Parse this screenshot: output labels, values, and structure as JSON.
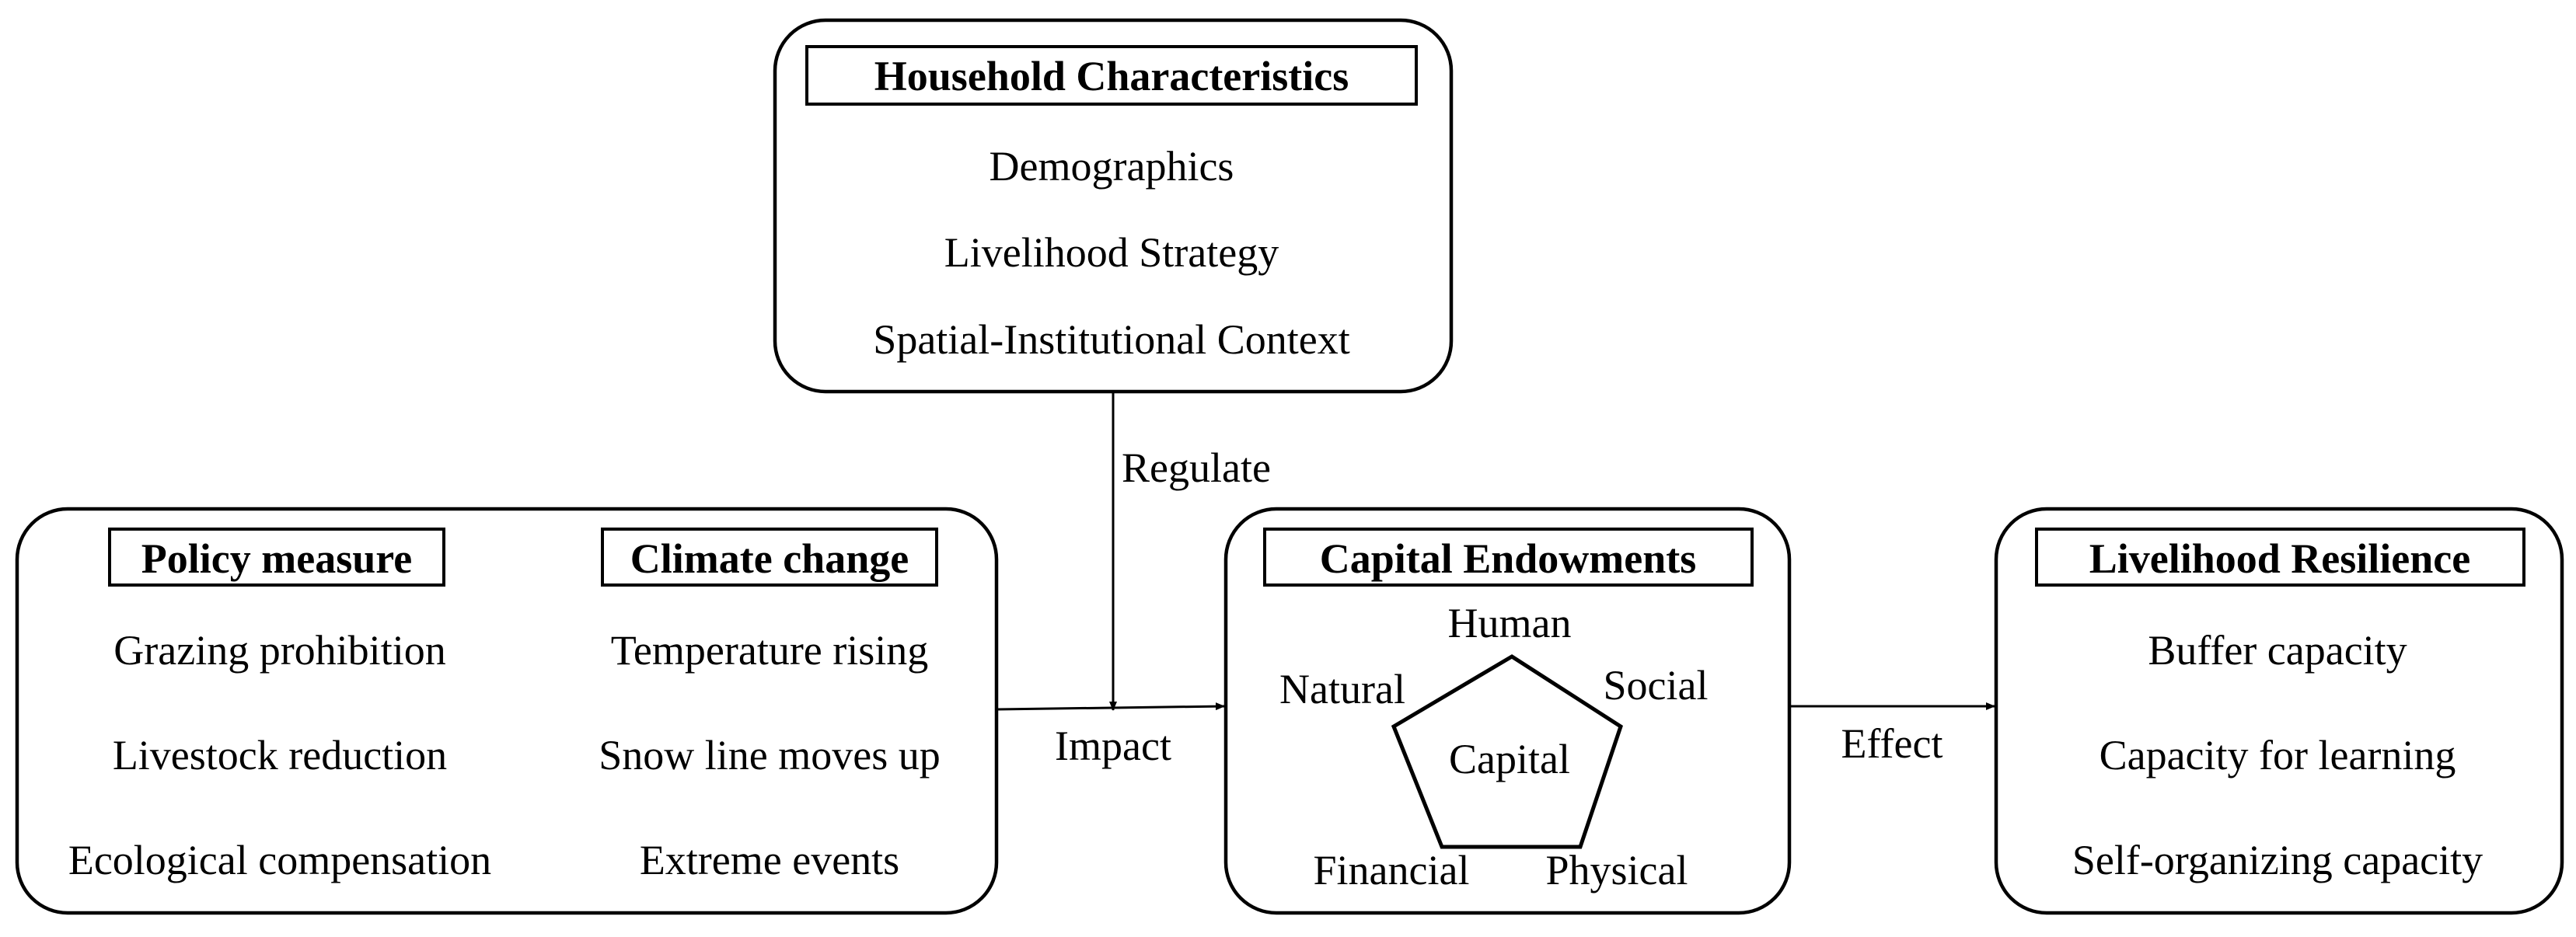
{
  "household": {
    "title": "Household Characteristics",
    "items": [
      "Demographics",
      "Livelihood Strategy",
      "Spatial-Institutional Context"
    ]
  },
  "drivers": {
    "policy": {
      "title": "Policy measure",
      "items": [
        "Grazing prohibition",
        "Livestock reduction",
        "Ecological compensation"
      ]
    },
    "climate": {
      "title": "Climate change",
      "items": [
        "Temperature rising",
        "Snow line moves up",
        "Extreme events"
      ]
    }
  },
  "capital": {
    "title": "Capital Endowments",
    "center": "Capital",
    "human": "Human",
    "social": "Social",
    "natural": "Natural",
    "financial": "Financial",
    "physical": "Physical"
  },
  "resilience": {
    "title": "Livelihood Resilience",
    "items": [
      "Buffer capacity",
      "Capacity for learning",
      "Self-organizing capacity"
    ]
  },
  "arrows": {
    "regulate": "Regulate",
    "impact": "Impact",
    "effect": "Effect"
  }
}
